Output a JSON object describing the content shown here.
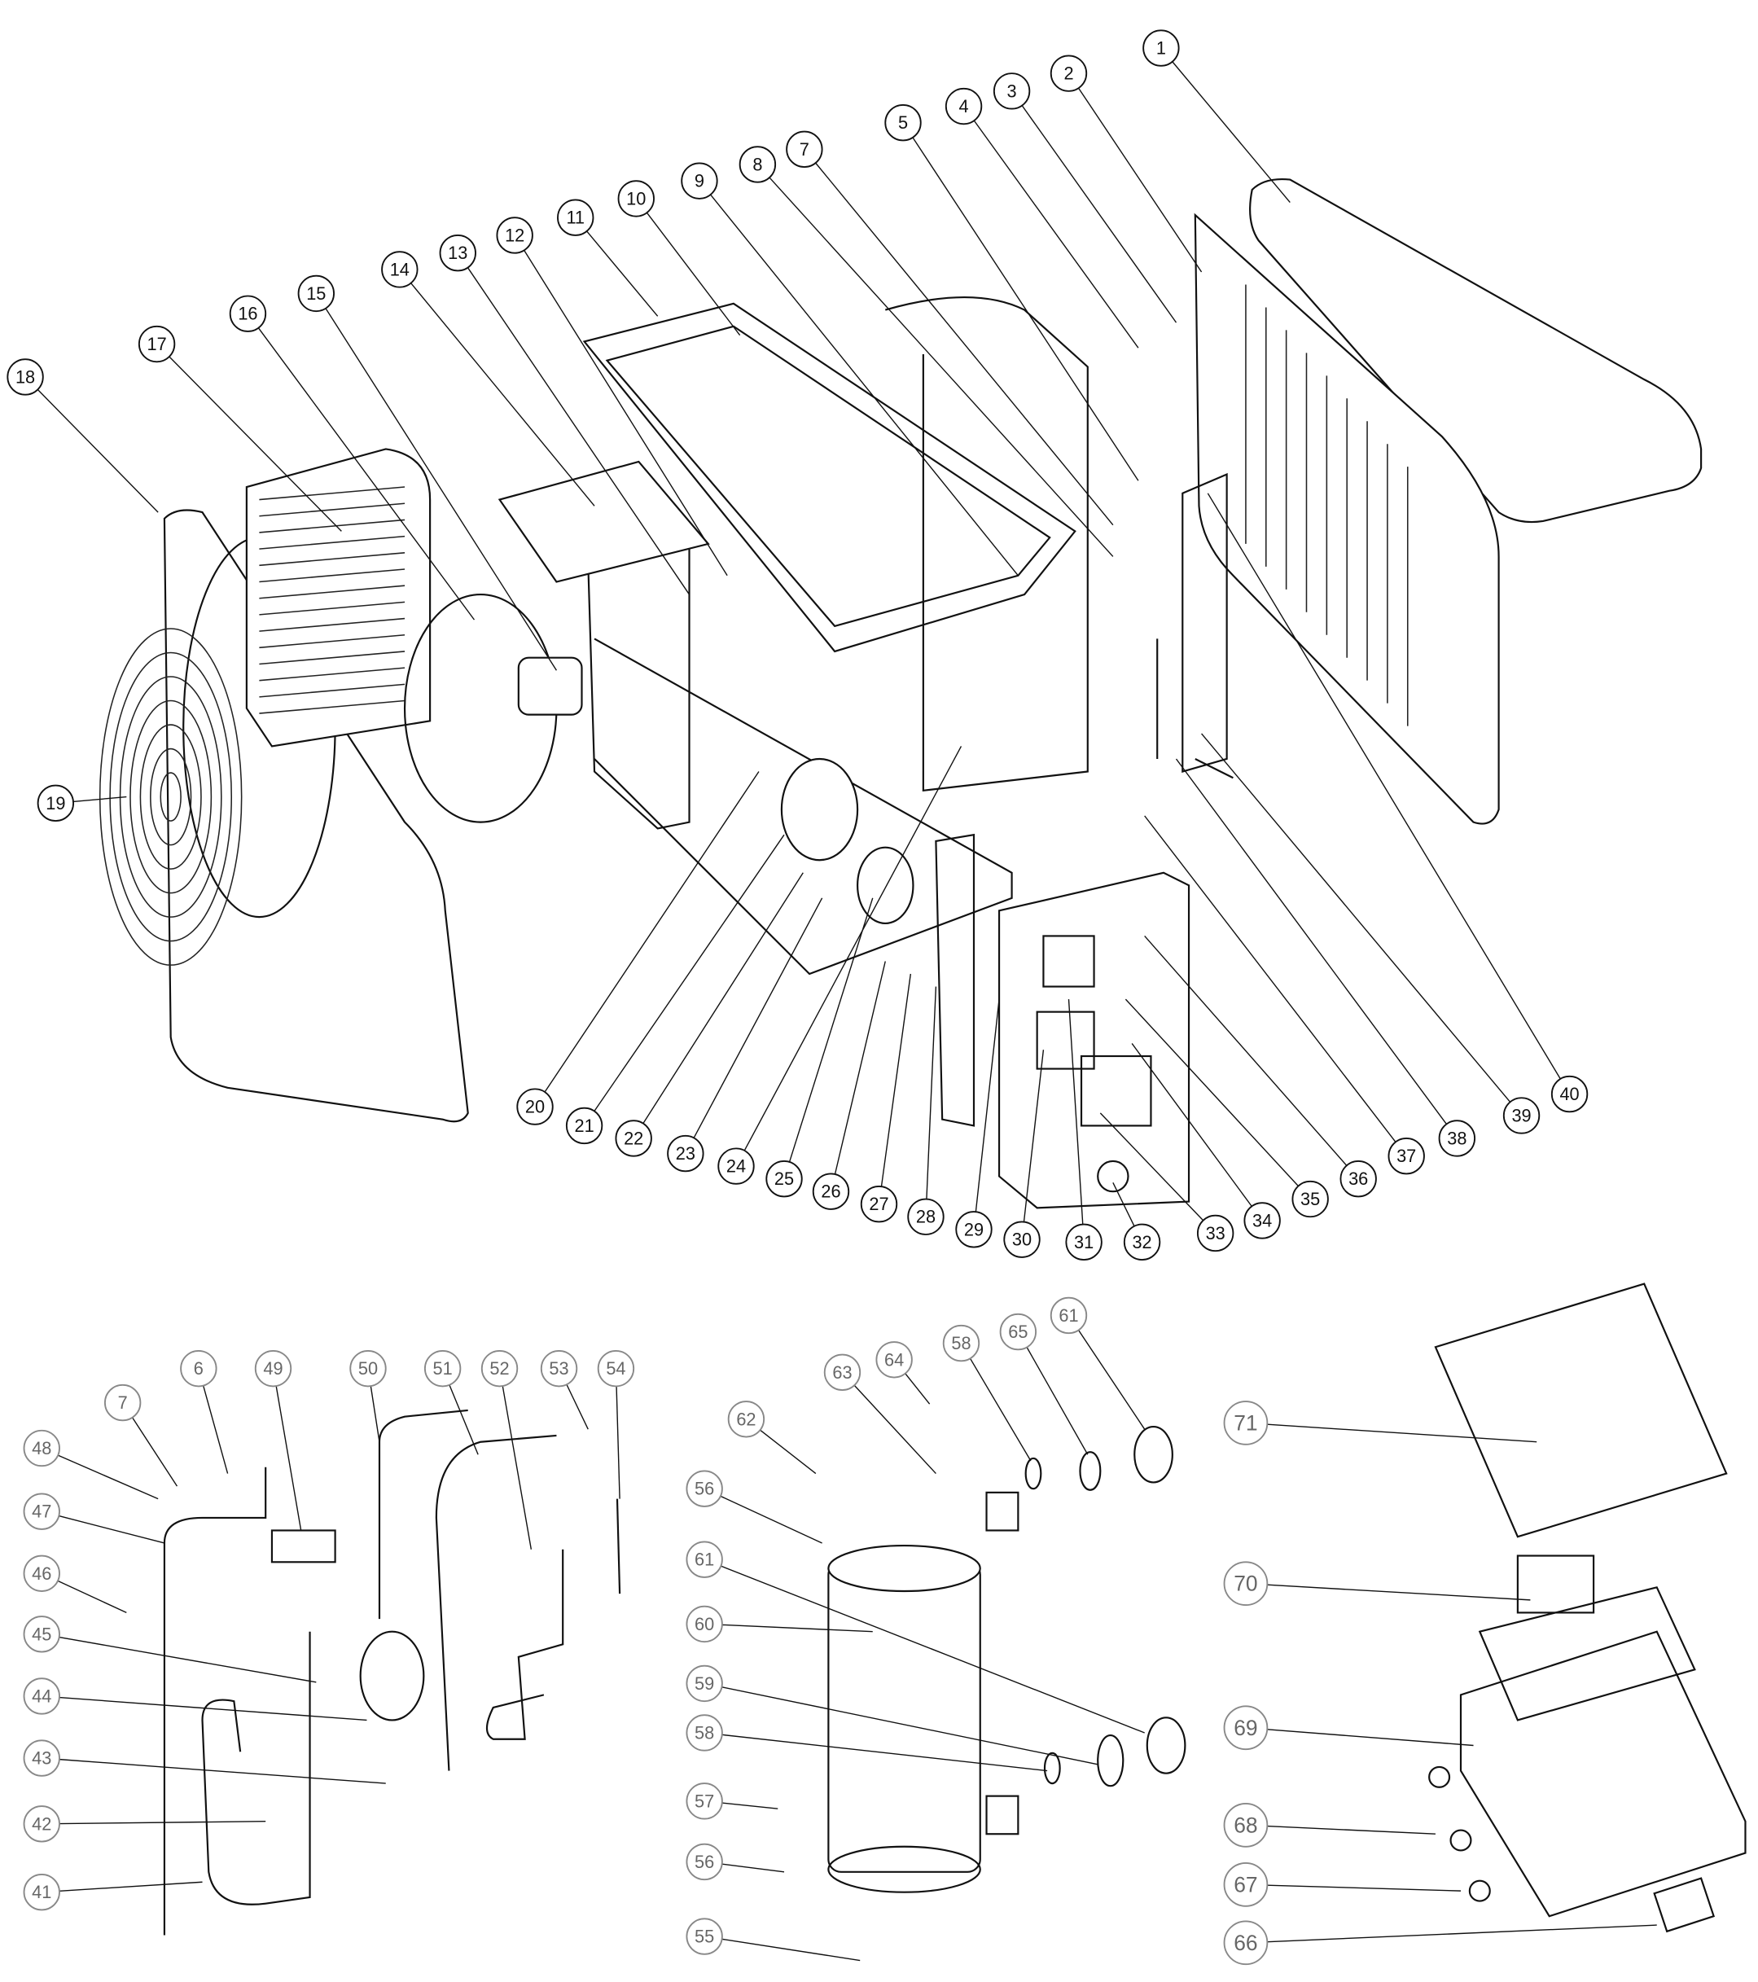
{
  "title": "Heat pump exploded parts diagram",
  "callouts_upper": [
    "1",
    "2",
    "3",
    "4",
    "5",
    "7",
    "8",
    "9",
    "10",
    "11",
    "12",
    "13",
    "14",
    "15",
    "16",
    "17",
    "18",
    "19",
    "20",
    "21",
    "22",
    "23",
    "24",
    "25",
    "26",
    "27",
    "28",
    "29",
    "30",
    "31",
    "32",
    "33",
    "34",
    "35",
    "36",
    "37",
    "38",
    "39",
    "40"
  ],
  "callouts_piping": [
    "7",
    "6",
    "49",
    "50",
    "51",
    "52",
    "53",
    "54",
    "48",
    "47",
    "46",
    "45",
    "44",
    "43",
    "42",
    "41"
  ],
  "callouts_exchanger": [
    "62",
    "63",
    "64",
    "58",
    "65",
    "61",
    "56",
    "61",
    "60",
    "59",
    "58",
    "57",
    "56",
    "55"
  ],
  "callouts_control_box": [
    "71",
    "70",
    "69",
    "68",
    "67",
    "66"
  ]
}
